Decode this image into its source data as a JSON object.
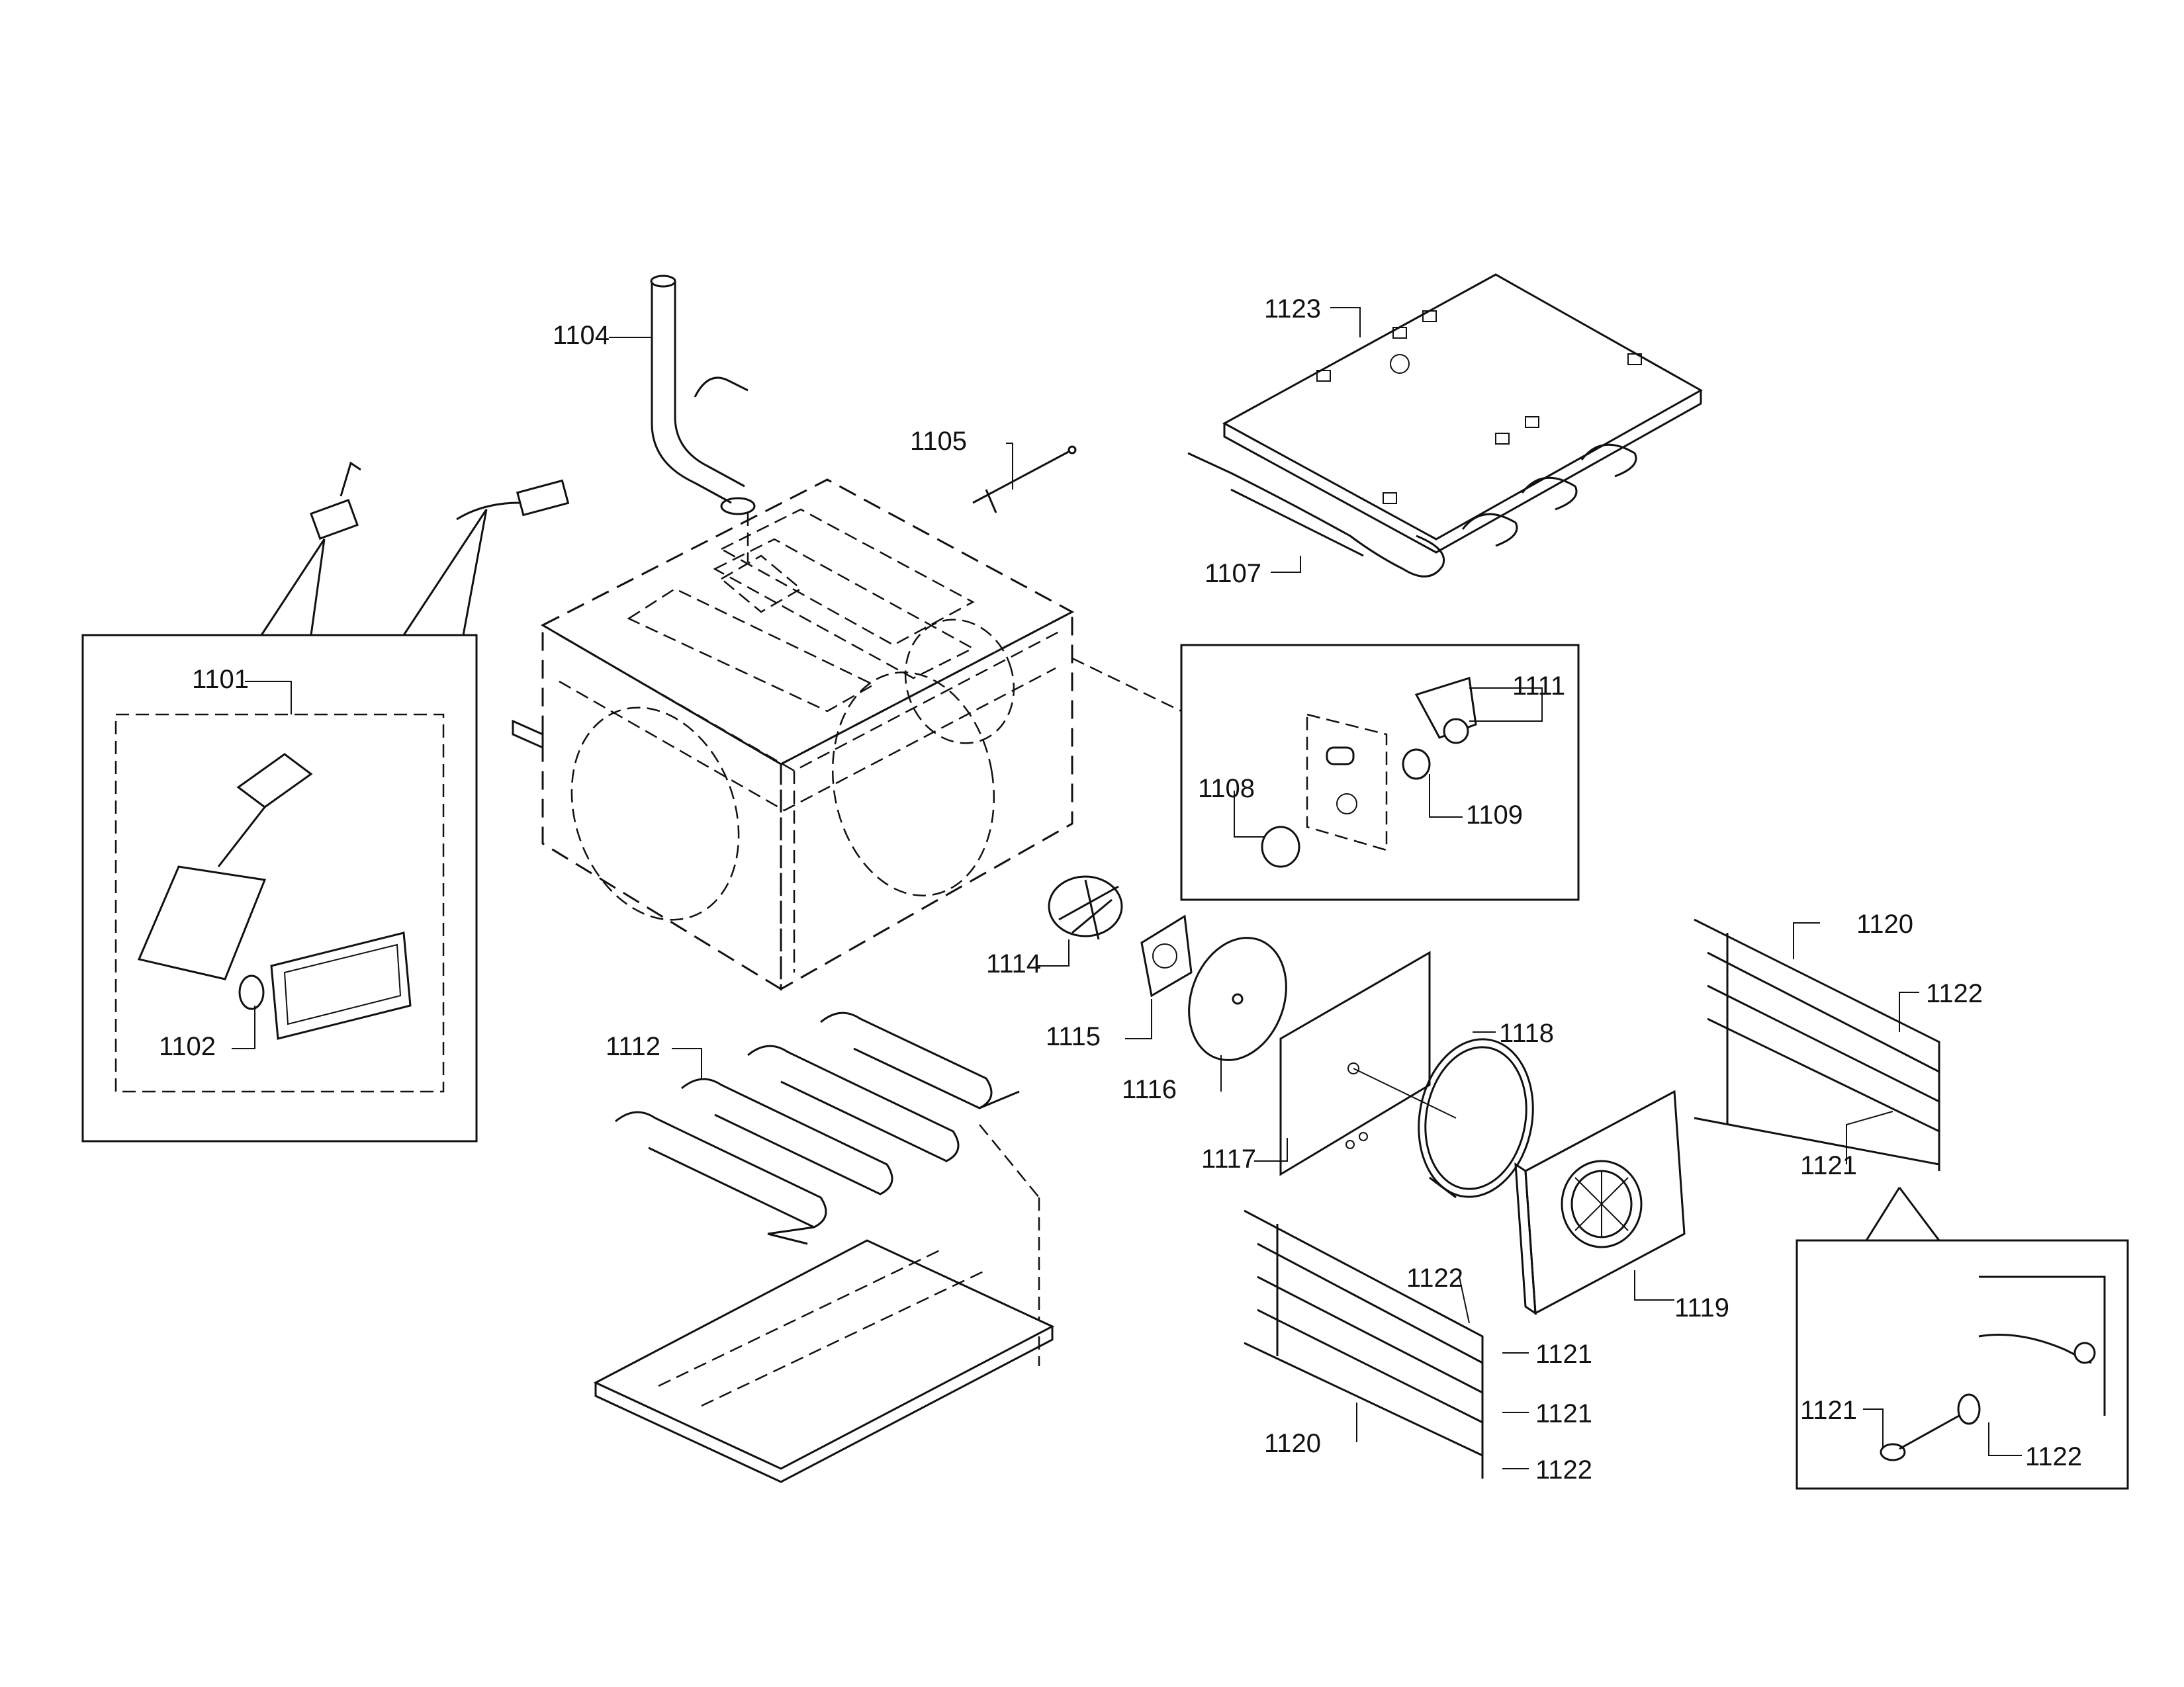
{
  "parts": [
    {
      "id": "p1101",
      "label": "1101"
    },
    {
      "id": "p1102",
      "label": "1102"
    },
    {
      "id": "p1104",
      "label": "1104"
    },
    {
      "id": "p1105",
      "label": "1105"
    },
    {
      "id": "p1107",
      "label": "1107"
    },
    {
      "id": "p1108",
      "label": "1108"
    },
    {
      "id": "p1109",
      "label": "1109"
    },
    {
      "id": "p1111",
      "label": "1111"
    },
    {
      "id": "p1112",
      "label": "1112"
    },
    {
      "id": "p1114",
      "label": "1114"
    },
    {
      "id": "p1115",
      "label": "1115"
    },
    {
      "id": "p1116",
      "label": "1116"
    },
    {
      "id": "p1117",
      "label": "1117"
    },
    {
      "id": "p1118",
      "label": "1118"
    },
    {
      "id": "p1119",
      "label": "1119"
    },
    {
      "id": "p1120a",
      "label": "1120"
    },
    {
      "id": "p1120b",
      "label": "1120"
    },
    {
      "id": "p1121a",
      "label": "1121"
    },
    {
      "id": "p1121b",
      "label": "1121"
    },
    {
      "id": "p1121c",
      "label": "1121"
    },
    {
      "id": "p1121d",
      "label": "1121"
    },
    {
      "id": "p1122a",
      "label": "1122"
    },
    {
      "id": "p1122b",
      "label": "1122"
    },
    {
      "id": "p1122c",
      "label": "1122"
    },
    {
      "id": "p1122d",
      "label": "1122"
    },
    {
      "id": "p1123",
      "label": "1123"
    }
  ]
}
